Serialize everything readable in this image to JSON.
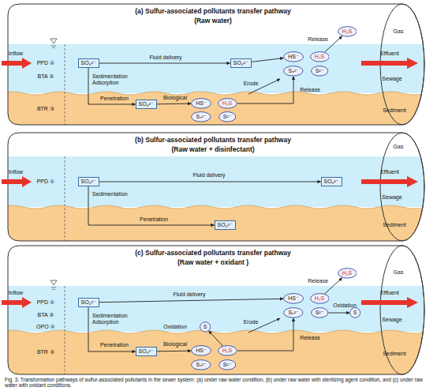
{
  "diagram": {
    "caption": "Fig. 3. Transformation pathways of sulfur-associated pollutants in the sewer system: (a) under raw water condition, (b) under raw water with sterilizing agent condition, and (c) under raw water with oxidant conditions.",
    "nodes": [
      {
        "text": [
          "SO₄²⁻"
        ]
      },
      {
        "text": [
          "SO₄²⁻"
        ]
      },
      {
        "text": [
          "HS⁻"
        ]
      },
      {
        "text": [
          "H₂S"
        ]
      },
      {
        "text": [
          "Sₓ²⁻"
        ]
      },
      {
        "text": [
          "S²⁻"
        ]
      },
      {
        "text": [
          "H₂S"
        ]
      },
      {
        "text": [
          "SO₄²⁻"
        ]
      },
      {
        "text": [
          "HS⁻"
        ]
      },
      {
        "text": [
          "H₂S"
        ]
      },
      {
        "text": [
          "Sₓ²⁻"
        ]
      },
      {
        "text": [
          "S²⁻"
        ]
      },
      {
        "text": [
          "SO₄²⁻"
        ]
      },
      {
        "text": [
          "SO₄²⁻"
        ]
      },
      {
        "text": [
          "SO₄²⁻"
        ]
      },
      {
        "text": [
          "SO₄²⁻"
        ]
      },
      {
        "text": [
          "HS⁻"
        ]
      },
      {
        "text": [
          "H₂S"
        ]
      },
      {
        "text": [
          "Sₓ²⁻"
        ]
      },
      {
        "text": [
          "S²⁻"
        ]
      },
      {
        "text": [
          "H₂S"
        ]
      },
      {
        "text": [
          "S"
        ]
      },
      {
        "text": [
          "S"
        ]
      },
      {
        "text": [
          "SO₄²⁻"
        ]
      },
      {
        "text": [
          "HS⁻"
        ]
      },
      {
        "text": [
          "H₂S"
        ]
      },
      {
        "text": [
          "Sₓ²⁻"
        ]
      },
      {
        "text": [
          "S²⁻"
        ]
      }
    ],
    "edges": [
      {
        "from": 0,
        "to": 1,
        "label": "Fluid delivery",
        "arrow": "to"
      },
      {
        "from": 1,
        "to": 2,
        "arrow": "to"
      },
      {
        "from": 3,
        "to": 6,
        "label": "Release",
        "arrow": "to"
      },
      {
        "from": 0,
        "to": 7,
        "label": "Penetration",
        "arrow": "to"
      },
      {
        "from": 7,
        "to": 8,
        "label": "Biological",
        "arrow": "to"
      },
      {
        "from": 9,
        "to": 4,
        "label": "Release",
        "arrow": "to"
      },
      {
        "from": 12,
        "to": 13,
        "label": "Fluid delivery",
        "arrow": "to"
      },
      {
        "from": 12,
        "to": 14,
        "label": "Penetration",
        "arrow": "to"
      },
      {
        "from": 15,
        "to": 16,
        "label": "Fluid delivery",
        "arrow": "to"
      },
      {
        "from": 17,
        "to": 20,
        "label": "Release",
        "arrow": "to"
      },
      {
        "from": 19,
        "to": 21,
        "label": "Oxidation",
        "arrow": "to"
      },
      {
        "from": 15,
        "to": 23,
        "label": "Penetration",
        "arrow": "to"
      },
      {
        "from": 23,
        "to": 24,
        "label": "Biological",
        "arrow": "to"
      },
      {
        "from": 25,
        "to": 22,
        "label": "Oxidation",
        "arrow": "to"
      },
      {
        "from": 25,
        "to": 18,
        "label": "Release",
        "arrow": "to"
      }
    ],
    "labels": [
      "(a) Sulfur-associated pollutants transfer pathway",
      "(Raw water)",
      "Gas",
      "Sewage",
      "Sediment",
      "Inflow",
      "Effluent",
      "PPD ①",
      "BTA ②",
      "BTR ③",
      "Sedimentation Adsorption",
      "Erode",
      "(b) Sulfur-associated pollutants transfer pathway",
      "(Raw water + disinfectant)",
      "Gas",
      "Sewage",
      "Sediment",
      "Inflow",
      "Effluent",
      "PPD ①",
      "Sedimentation",
      "(c) Sulfur-associated pollutants transfer pathway",
      "(Raw water + oxidant )",
      "Gas",
      "Sewage",
      "Sediment",
      "Inflow",
      "Effluent",
      "PPD ①",
      "BTA ②",
      "OPO ④",
      "BTR ③",
      "Sedimentation Adsorption",
      "Erode"
    ]
  }
}
